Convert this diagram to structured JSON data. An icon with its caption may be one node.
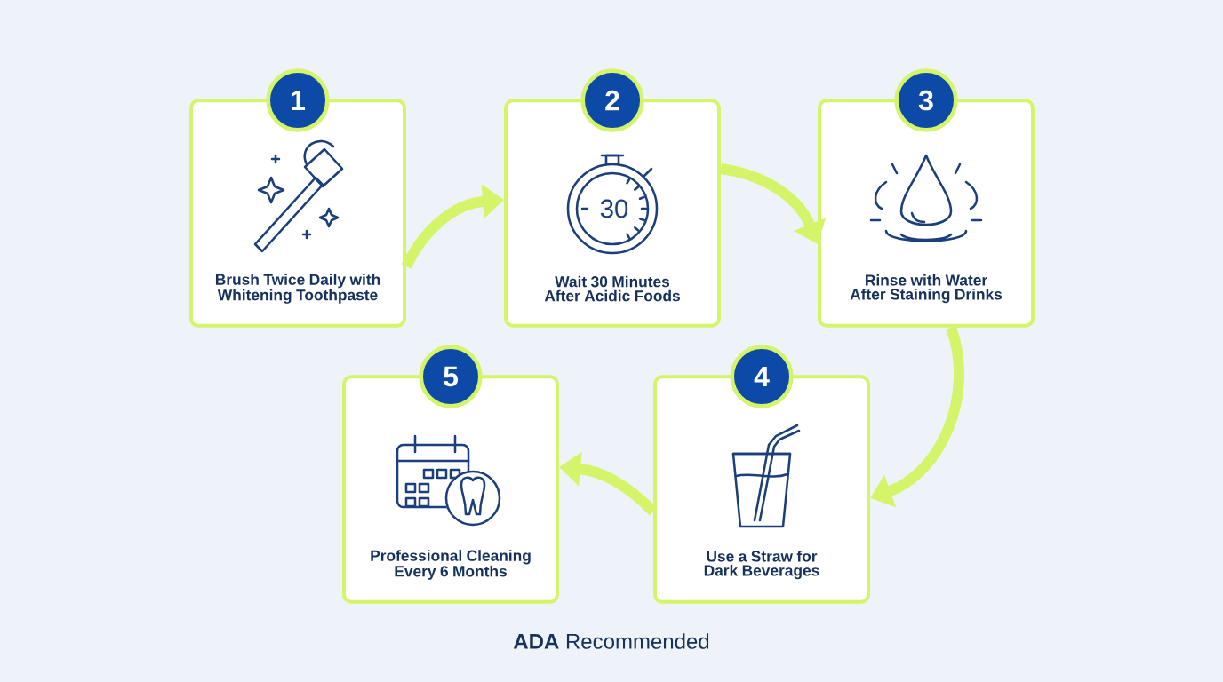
{
  "diagram": {
    "nodes": [
      {
        "text": [
          "1",
          "Brush Twice Daily with Whitening Toothpaste"
        ]
      },
      {
        "text": [
          "2",
          "Wait 30 Minutes After Acidic Foods"
        ]
      },
      {
        "text": [
          "3",
          "Rinse with Water After Staining Drinks"
        ]
      },
      {
        "text": [
          "4",
          "Use a Straw for Dark Beverages"
        ]
      },
      {
        "text": [
          "5",
          "Professional Cleaning Every 6 Months"
        ]
      }
    ],
    "edges": [
      {
        "from": 0,
        "to": 1,
        "arrow": "to"
      },
      {
        "from": 1,
        "to": 2,
        "arrow": "to"
      },
      {
        "from": 2,
        "to": 3,
        "arrow": "to"
      },
      {
        "from": 3,
        "to": 4,
        "arrow": "to"
      }
    ],
    "labels": [
      "30",
      "**ADA** Recommended"
    ]
  }
}
